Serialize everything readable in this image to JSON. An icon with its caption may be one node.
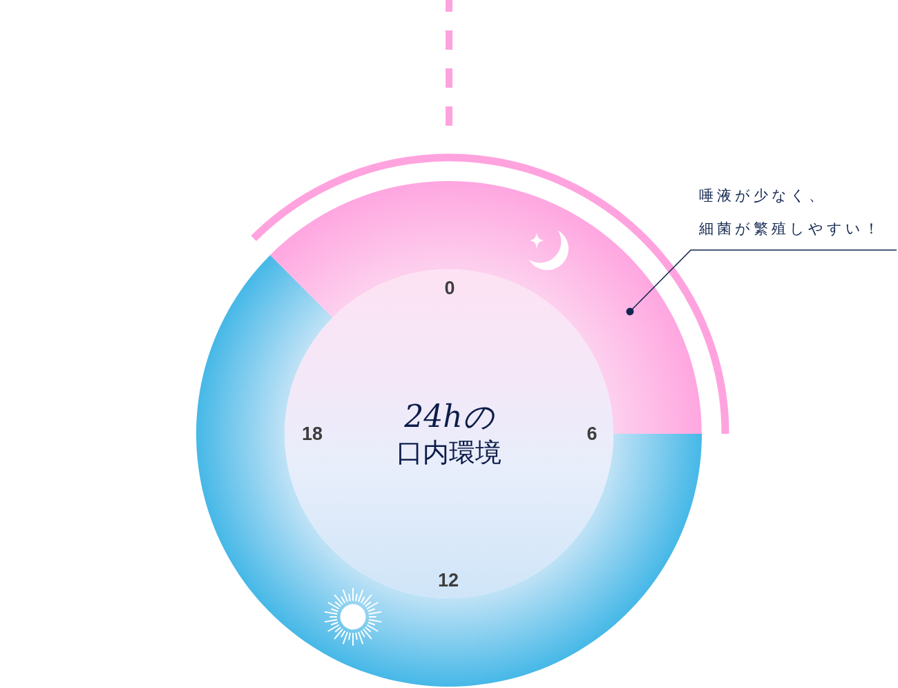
{
  "diagram": {
    "nodes": [
      {
        "text": [
          "唾液が少なく、細菌が繁殖しやすい！"
        ]
      },
      {
        "text": [
          "24hの",
          "口内環境"
        ]
      },
      {
        "text": [],
        "shape": "sector"
      }
    ],
    "edges": [
      {
        "from": 0,
        "to": 2,
        "arrow": "other"
      }
    ],
    "labels": [
      "0",
      "18",
      "6",
      "12"
    ]
  }
}
